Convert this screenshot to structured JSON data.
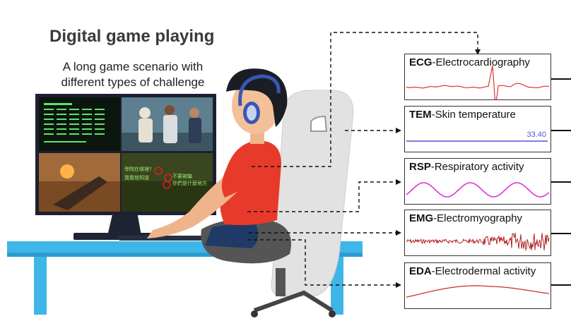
{
  "heading": {
    "title": "Digital game playing",
    "subtitle_line1": "A long game scenario with",
    "subtitle_line2": "different types of challenge"
  },
  "game_screen": {
    "subtitle_text_line1": "學院在哪裡? ",
    "subtitle_text_line2": "我看就知道 ",
    "subtitle_text_line3": "不要被騙",
    "subtitle_text_line4": "你們是什麼地方"
  },
  "signals": [
    {
      "abbr": "ECG",
      "name": "-Electrocardiography",
      "color": "#e03030"
    },
    {
      "abbr": "TEM",
      "name": "-Skin temperature",
      "color": "#3333cc",
      "value": "33.40"
    },
    {
      "abbr": "RSP",
      "name": "-Respiratory activity",
      "color": "#dd33dd"
    },
    {
      "abbr": "EMG",
      "name": "-Electromyography",
      "color": "#aa1111"
    },
    {
      "abbr": "EDA",
      "name": "-Electrodermal activity",
      "color": "#cc2222"
    }
  ]
}
